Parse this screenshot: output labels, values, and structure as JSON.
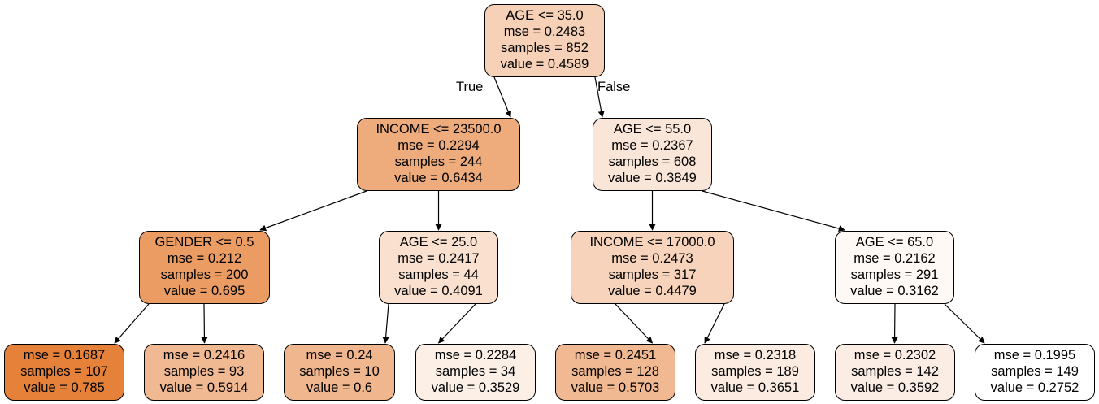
{
  "tree": {
    "edge_labels": {
      "true_label": "True",
      "false_label": "False"
    },
    "nodes": [
      {
        "id": "n0",
        "split": "AGE <= 35.0",
        "mse": "mse = 0.2483",
        "samples": "samples = 852",
        "value": "value = 0.4589",
        "fill": "#f6d1b7"
      },
      {
        "id": "n1",
        "split": "INCOME <= 23500.0",
        "mse": "mse = 0.2294",
        "samples": "samples = 244",
        "value": "value = 0.6434",
        "fill": "#eeab7c"
      },
      {
        "id": "n2",
        "split": "AGE <= 55.0",
        "mse": "mse = 0.2367",
        "samples": "samples = 608",
        "value": "value = 0.3849",
        "fill": "#fae6d8"
      },
      {
        "id": "n3",
        "split": "GENDER <= 0.5",
        "mse": "mse = 0.212",
        "samples": "samples = 200",
        "value": "value = 0.695",
        "fill": "#eb9c63"
      },
      {
        "id": "n4",
        "split": "AGE <= 25.0",
        "mse": "mse = 0.2417",
        "samples": "samples = 44",
        "value": "value = 0.4091",
        "fill": "#f9e0cf"
      },
      {
        "id": "n5",
        "split": "INCOME <= 17000.0",
        "mse": "mse = 0.2473",
        "samples": "samples = 317",
        "value": "value = 0.4479",
        "fill": "#f6d3ba"
      },
      {
        "id": "n6",
        "split": "AGE <= 65.0",
        "mse": "mse = 0.2162",
        "samples": "samples = 291",
        "value": "value = 0.3162",
        "fill": "#fef9f5"
      },
      {
        "id": "n7",
        "split": "",
        "mse": "mse = 0.1687",
        "samples": "samples = 107",
        "value": "value = 0.785",
        "fill": "#e58139"
      },
      {
        "id": "n8",
        "split": "",
        "mse": "mse = 0.2416",
        "samples": "samples = 93",
        "value": "value = 0.5914",
        "fill": "#f1b991"
      },
      {
        "id": "n9",
        "split": "",
        "mse": "mse = 0.24",
        "samples": "samples = 10",
        "value": "value = 0.6",
        "fill": "#f0b78e"
      },
      {
        "id": "n10",
        "split": "",
        "mse": "mse = 0.2284",
        "samples": "samples = 34",
        "value": "value = 0.3529",
        "fill": "#fcefe6"
      },
      {
        "id": "n11",
        "split": "",
        "mse": "mse = 0.2451",
        "samples": "samples = 128",
        "value": "value = 0.5703",
        "fill": "#f1b991"
      },
      {
        "id": "n12",
        "split": "",
        "mse": "mse = 0.2318",
        "samples": "samples = 189",
        "value": "value = 0.3651",
        "fill": "#fbebe0"
      },
      {
        "id": "n13",
        "split": "",
        "mse": "mse = 0.2302",
        "samples": "samples = 142",
        "value": "value = 0.3592",
        "fill": "#fbede3"
      },
      {
        "id": "n14",
        "split": "",
        "mse": "mse = 0.1995",
        "samples": "samples = 149",
        "value": "value = 0.2752",
        "fill": "#ffffff"
      }
    ],
    "edges": [
      {
        "from": "n0",
        "to": "n1"
      },
      {
        "from": "n0",
        "to": "n2"
      },
      {
        "from": "n1",
        "to": "n3"
      },
      {
        "from": "n1",
        "to": "n4"
      },
      {
        "from": "n2",
        "to": "n5"
      },
      {
        "from": "n2",
        "to": "n6"
      },
      {
        "from": "n3",
        "to": "n7"
      },
      {
        "from": "n3",
        "to": "n8"
      },
      {
        "from": "n4",
        "to": "n9"
      },
      {
        "from": "n4",
        "to": "n10"
      },
      {
        "from": "n5",
        "to": "n11"
      },
      {
        "from": "n5",
        "to": "n12"
      },
      {
        "from": "n6",
        "to": "n13"
      },
      {
        "from": "n6",
        "to": "n14"
      }
    ]
  }
}
